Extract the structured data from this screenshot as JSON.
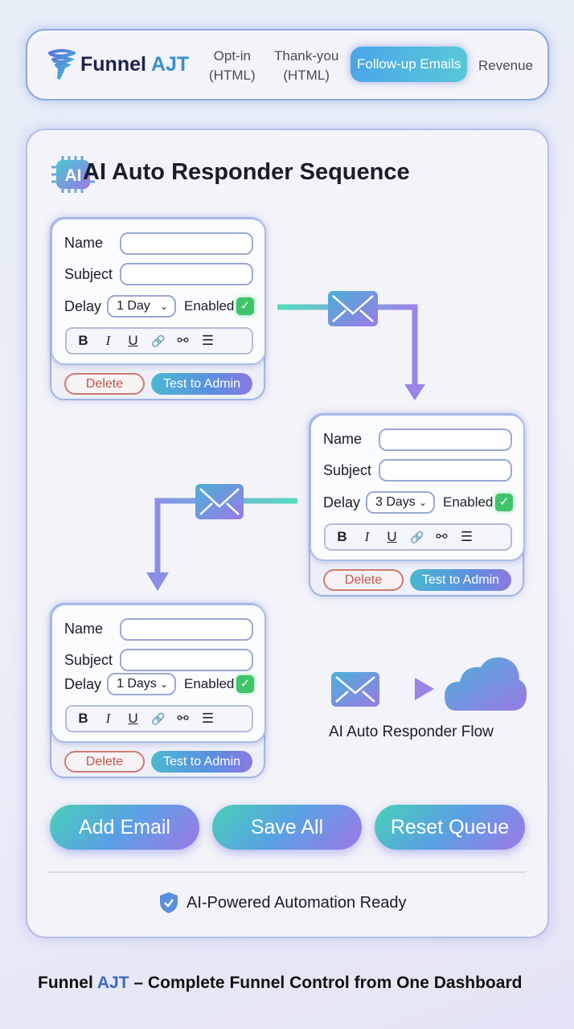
{
  "nav": {
    "brand_prefix": "Funnel",
    "brand_suffix": "AJT",
    "tabs": [
      {
        "l1": "Opt-in",
        "l2": "(HTML)"
      },
      {
        "l1": "Thank-you",
        "l2": "(HTML)"
      },
      {
        "l1": "Follow-up Emails"
      },
      {
        "l1": "Revenue"
      }
    ],
    "active_tab": "Follow-up Emails"
  },
  "main": {
    "icon_text": "AI",
    "title": "AI Auto Responder Sequence"
  },
  "cards": [
    {
      "name_label": "Name",
      "name_value": "",
      "subject_label": "Subject",
      "subject_value": "",
      "delay_label": "Delay",
      "delay_value": "1 Day",
      "enabled_label": "Enabled",
      "enabled": true,
      "delete": "Delete",
      "test": "Test to Admin"
    },
    {
      "name_label": "Name",
      "name_value": "",
      "subject_label": "Subject",
      "subject_value": "",
      "delay_label": "Delay",
      "delay_value": "3 Days",
      "enabled_label": "Enabled",
      "enabled": true,
      "delete": "Delete",
      "test": "Test to Admin"
    },
    {
      "name_label": "Name",
      "name_value": "",
      "subject_label": "Subject",
      "subject_value": "",
      "delay_label": "Delay",
      "delay_value": "1 Days",
      "enabled_label": "Enabled",
      "enabled": true,
      "delete": "Delete",
      "test": "Test to Admin"
    }
  ],
  "toolbar": {
    "bold": "B",
    "italic": "I",
    "underline": "U",
    "link": "🔗",
    "unlink": "⚯",
    "list": "☰"
  },
  "flow_caption": "AI Auto Responder Flow",
  "actions": {
    "add": "Add Email",
    "save": "Save All",
    "reset": "Reset Queue"
  },
  "status": "AI-Powered Automation Ready",
  "footer": {
    "brand_prefix": "Funnel",
    "brand_suffix": "AJT",
    "text": " – Complete Funnel Control from One Dashboard"
  },
  "colors": {
    "accent": "#4aa6e8",
    "teal": "#48d0b8",
    "purple": "#9f78e6",
    "enabled": "#3fc46a",
    "delete": "#c0564c"
  }
}
